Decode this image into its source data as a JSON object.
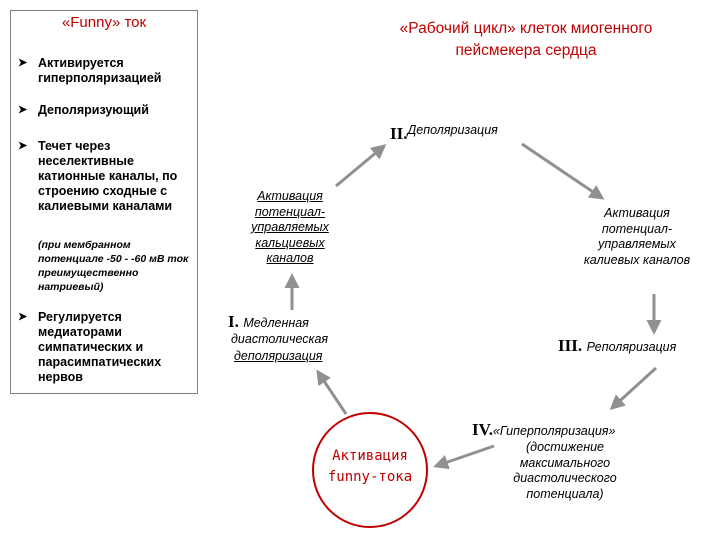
{
  "left_panel": {
    "title": "«Funny» ток",
    "bullets": [
      "Активируется гиперполяризацией",
      "Деполяризующий",
      "Течет через неселективные катионные каналы, по строению сходные с калиевыми каналами",
      "Регулируется медиаторами симпатических и парасимпатических нервов"
    ],
    "note": "(при мембранном потенциале -50 - -60 мВ ток преимущественно натриевый)"
  },
  "title": "«Рабочий цикл» клеток миогенного пейсмекера сердца",
  "phases": {
    "p2": {
      "numeral": "II.",
      "label": "Деполяризация"
    },
    "p1": {
      "numeral": "I.",
      "label_a": "Медленная",
      "label_b": "диастолическая",
      "label_c": "деполяризация"
    },
    "p3": {
      "numeral": "III.",
      "label": "Реполяризация"
    },
    "p4": {
      "numeral": "IV.",
      "label": "«Гиперполяризация»",
      "sub": "(достижение максимального диастолического потенциала)"
    }
  },
  "activation_ca": "Активация потенциал-управляемых кальциевых каналов",
  "activation_k": "Активация потенциал-управляемых калиевых каналов",
  "funny_activation": "Активация funny-тока",
  "colors": {
    "accent_red": "#c00000",
    "arrow_gray": "#909090",
    "box_border": "#7f7f7f"
  }
}
